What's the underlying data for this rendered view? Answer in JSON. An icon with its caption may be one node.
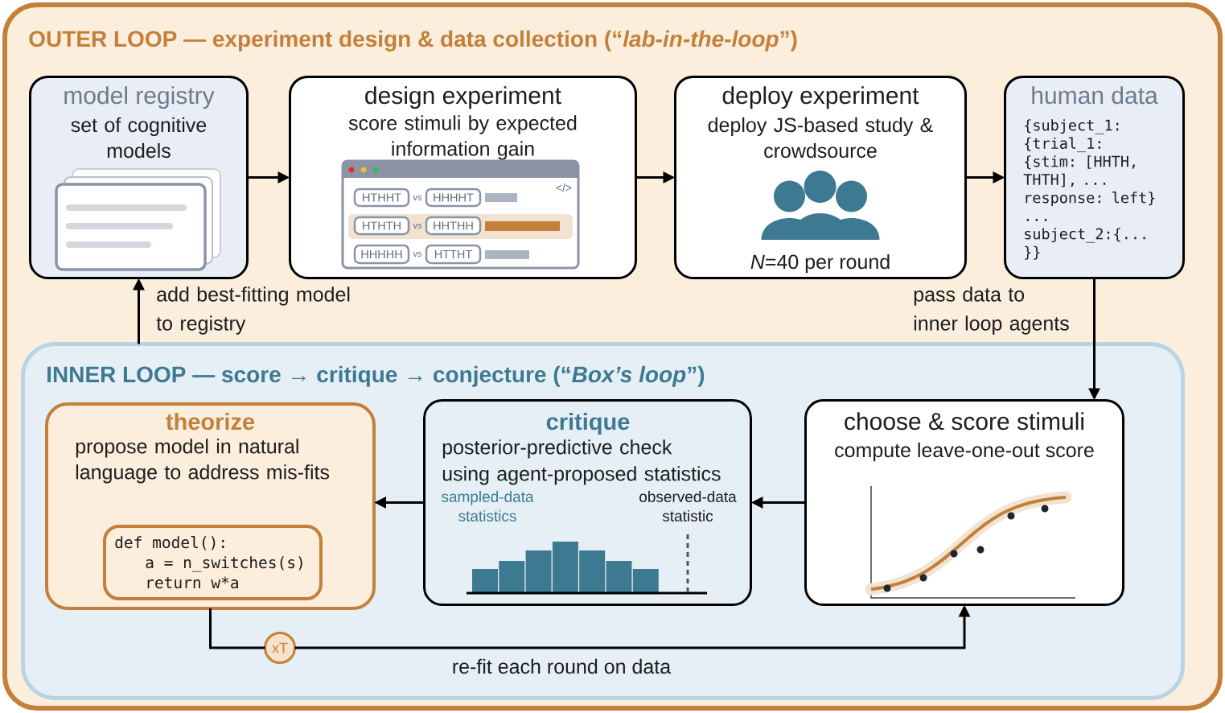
{
  "diagram": {
    "nodes": [
      {
        "text": [
          "OUTER LOOP — experiment design & data collection (“*lab-in-the-loop*”)"
        ]
      },
      {
        "text": [
          "model registry",
          "set of cognitive models"
        ],
        "in": 0
      },
      {
        "text": [
          "design experiment",
          "score stimuli by expected information gain"
        ],
        "in": 0
      },
      {
        "text": [
          "deploy experiment",
          "deploy JS-based study & crowdsource",
          "*N*=40 per round"
        ],
        "in": 0
      },
      {
        "text": [
          "human data",
          "{subject_1: {trial_1: {stim: [HHTH, THTH], ... response: left} ... subject_2:{... }}"
        ],
        "in": 0
      },
      {
        "text": [
          "INNER LOOP — score → critique → conjecture (“*Box’s loop*”)"
        ],
        "in": 0
      },
      {
        "text": [
          "theorize",
          "propose model in natural language to address mis-fits"
        ],
        "in": 5
      },
      {
        "text": [
          "def model():",
          "a = n_switches(s)",
          "return w*a"
        ],
        "in": 6
      },
      {
        "text": [
          "critique",
          "posterior-predictive check using agent-proposed statistics"
        ],
        "in": 5
      },
      {
        "text": [
          "choose & score stimuli",
          "compute leave-one-out score"
        ],
        "in": 5
      },
      {
        "text": [
          "xT"
        ],
        "in": 5
      }
    ],
    "edges": [
      {
        "from": 1,
        "to": 2,
        "arrow": "to"
      },
      {
        "from": 2,
        "to": 3,
        "arrow": "to"
      },
      {
        "from": 3,
        "to": 4,
        "arrow": "to"
      },
      {
        "from": 4,
        "to": 9,
        "arrow": "to",
        "label": "pass data to inner loop agents"
      },
      {
        "from": 9,
        "to": 8,
        "arrow": "to"
      },
      {
        "from": 8,
        "to": 6,
        "arrow": "to"
      },
      {
        "from": 6,
        "to": 10,
        "arrow": "none"
      },
      {
        "from": 10,
        "to": 9,
        "arrow": "to",
        "label": "re-fit each round on data"
      },
      {
        "from": 5,
        "to": 1,
        "arrow": "to",
        "label": "add best-fitting model to registry"
      }
    ],
    "labels": [
      "HTHHT",
      "vs",
      "HHHHT",
      "</>",
      "HTHTH",
      "vs",
      "HHTHH",
      "HHHHH",
      "vs",
      "HTTHT",
      "sampled-data statistics",
      "observed-data statistic"
    ]
  }
}
